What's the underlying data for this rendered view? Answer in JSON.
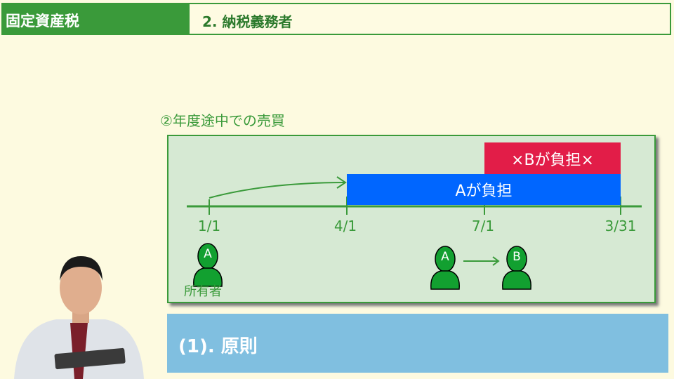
{
  "header": {
    "subject": "固定資産税",
    "section": "2. 納税義務者"
  },
  "subtitle": "②年度途中での売買",
  "diagram": {
    "bars": {
      "a_burden": "Aが負担",
      "b_burden": "×Bが負担×"
    },
    "ticks": [
      "1/1",
      "4/1",
      "7/1",
      "3/31"
    ],
    "persons": {
      "owner_letter": "A",
      "owner_label": "所有者",
      "seller": "A",
      "buyer": "B"
    },
    "colors": {
      "blue": "#0066ff",
      "red": "#e21d48",
      "green": "#3a9a3a"
    }
  },
  "bottom": {
    "heading": "(1). 原則"
  }
}
